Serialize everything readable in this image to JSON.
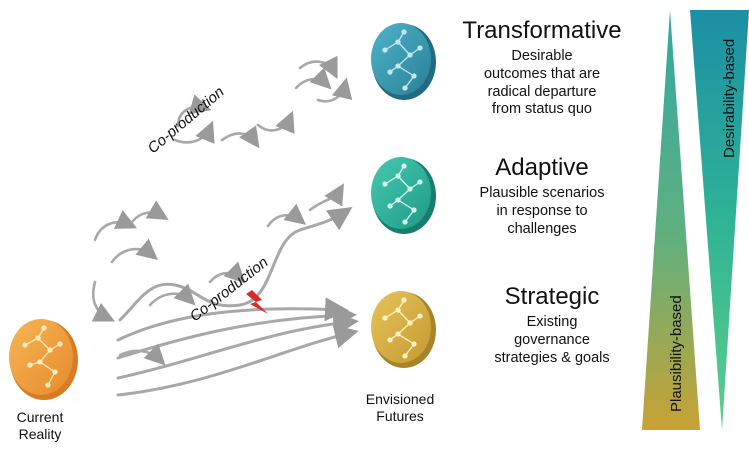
{
  "current": {
    "line1": "Current",
    "line2": "Reality"
  },
  "envisioned": {
    "line1": "Envisioned",
    "line2": "Futures"
  },
  "coproduction": {
    "upper": "Co-production",
    "lower": "Co-production"
  },
  "futures": [
    {
      "title": "Transformative",
      "lines": [
        "Desirable",
        "outcomes that are",
        "radical departure",
        "from status quo"
      ]
    },
    {
      "title": "Adaptive",
      "lines": [
        "Plausible scenarios",
        "in response to",
        "challenges"
      ]
    },
    {
      "title": "Strategic",
      "lines": [
        "Existing",
        "governance",
        "strategies & goals"
      ]
    }
  ],
  "wedges": {
    "plausibility": "Plausibility-based",
    "desirability": "Desirability-based"
  },
  "colors": {
    "orange": "#f2a444",
    "teal_blue": "#3a9db4",
    "teal_green": "#33b5a0",
    "gold": "#d9b54a",
    "arrow_gray": "#9a9a9a",
    "spark": "#d62b2b"
  }
}
